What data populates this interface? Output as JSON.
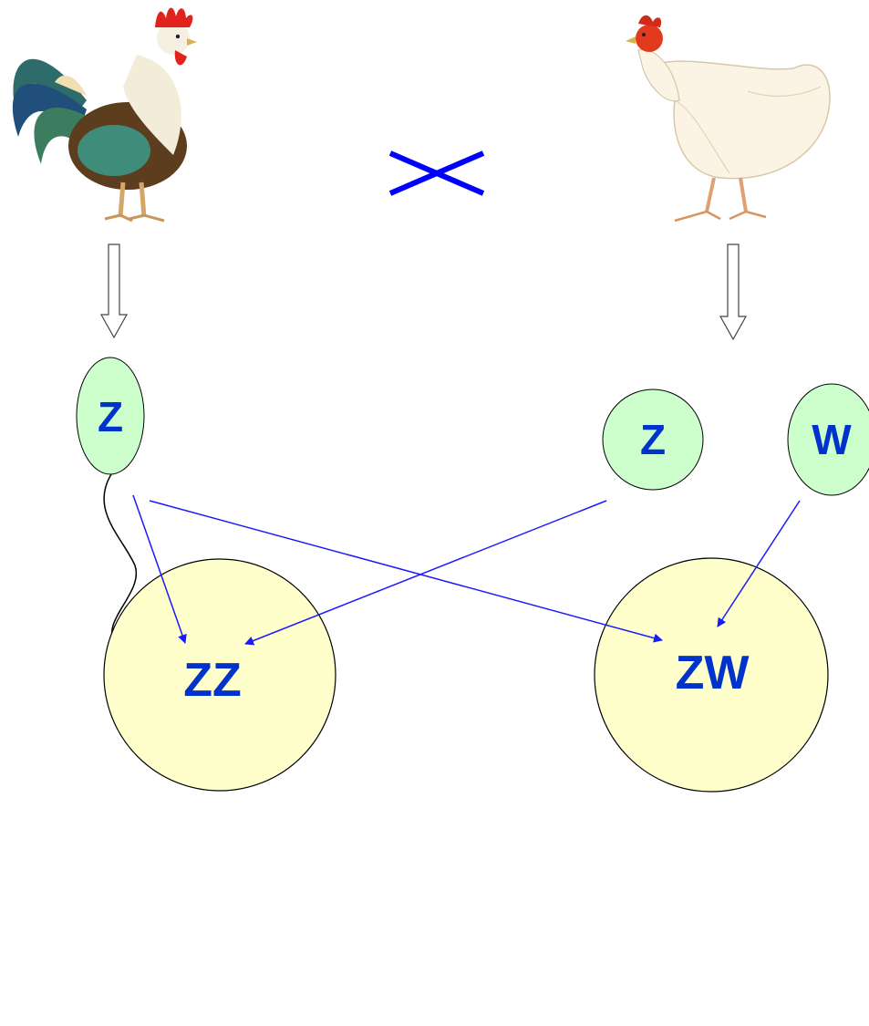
{
  "parents": {
    "male": {
      "name": "rooster",
      "icon": "rooster-icon"
    },
    "female": {
      "name": "hen",
      "icon": "hen-icon"
    },
    "cross_symbol": "×"
  },
  "gametes": {
    "sperm_z": "Z",
    "egg_z": "Z",
    "egg_w": "W"
  },
  "offspring": {
    "zz": "ZZ",
    "zw": "ZW"
  },
  "colors": {
    "label": "#0033cc",
    "arrow": "#1a1aff",
    "gamete_fill": "#ccffcc",
    "zygote_fill": "#ffffcc",
    "cross": "#0000ff"
  }
}
